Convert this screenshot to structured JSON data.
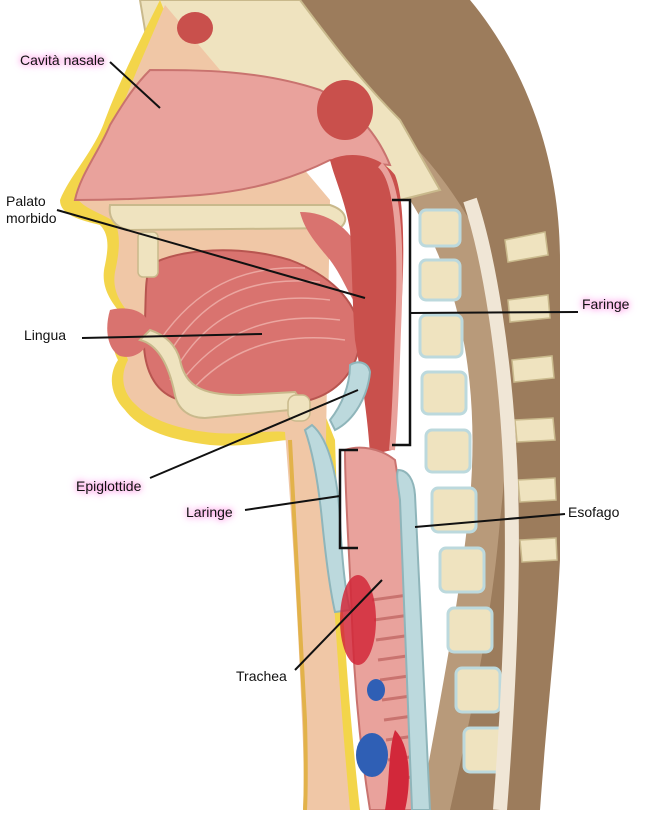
{
  "labels": {
    "nasal_cavity": "Cavità nasale",
    "soft_palate": "Palato morbido",
    "tongue": "Lingua",
    "pharynx": "Faringe",
    "epiglottis": "Epiglottide",
    "larynx": "Laringe",
    "esophagus": "Esofago",
    "trachea": "Trachea"
  },
  "colors": {
    "highlight": "#ff6fd8",
    "bone": "#efe3bf",
    "muscle": "#d9736f",
    "mucosa": "#e9a29c",
    "fat": "#f3d54a",
    "cartilage": "#bcd9dd",
    "skin_back": "#9c7c5c",
    "vein": "#2f5fb5",
    "artery": "#d2283a"
  }
}
